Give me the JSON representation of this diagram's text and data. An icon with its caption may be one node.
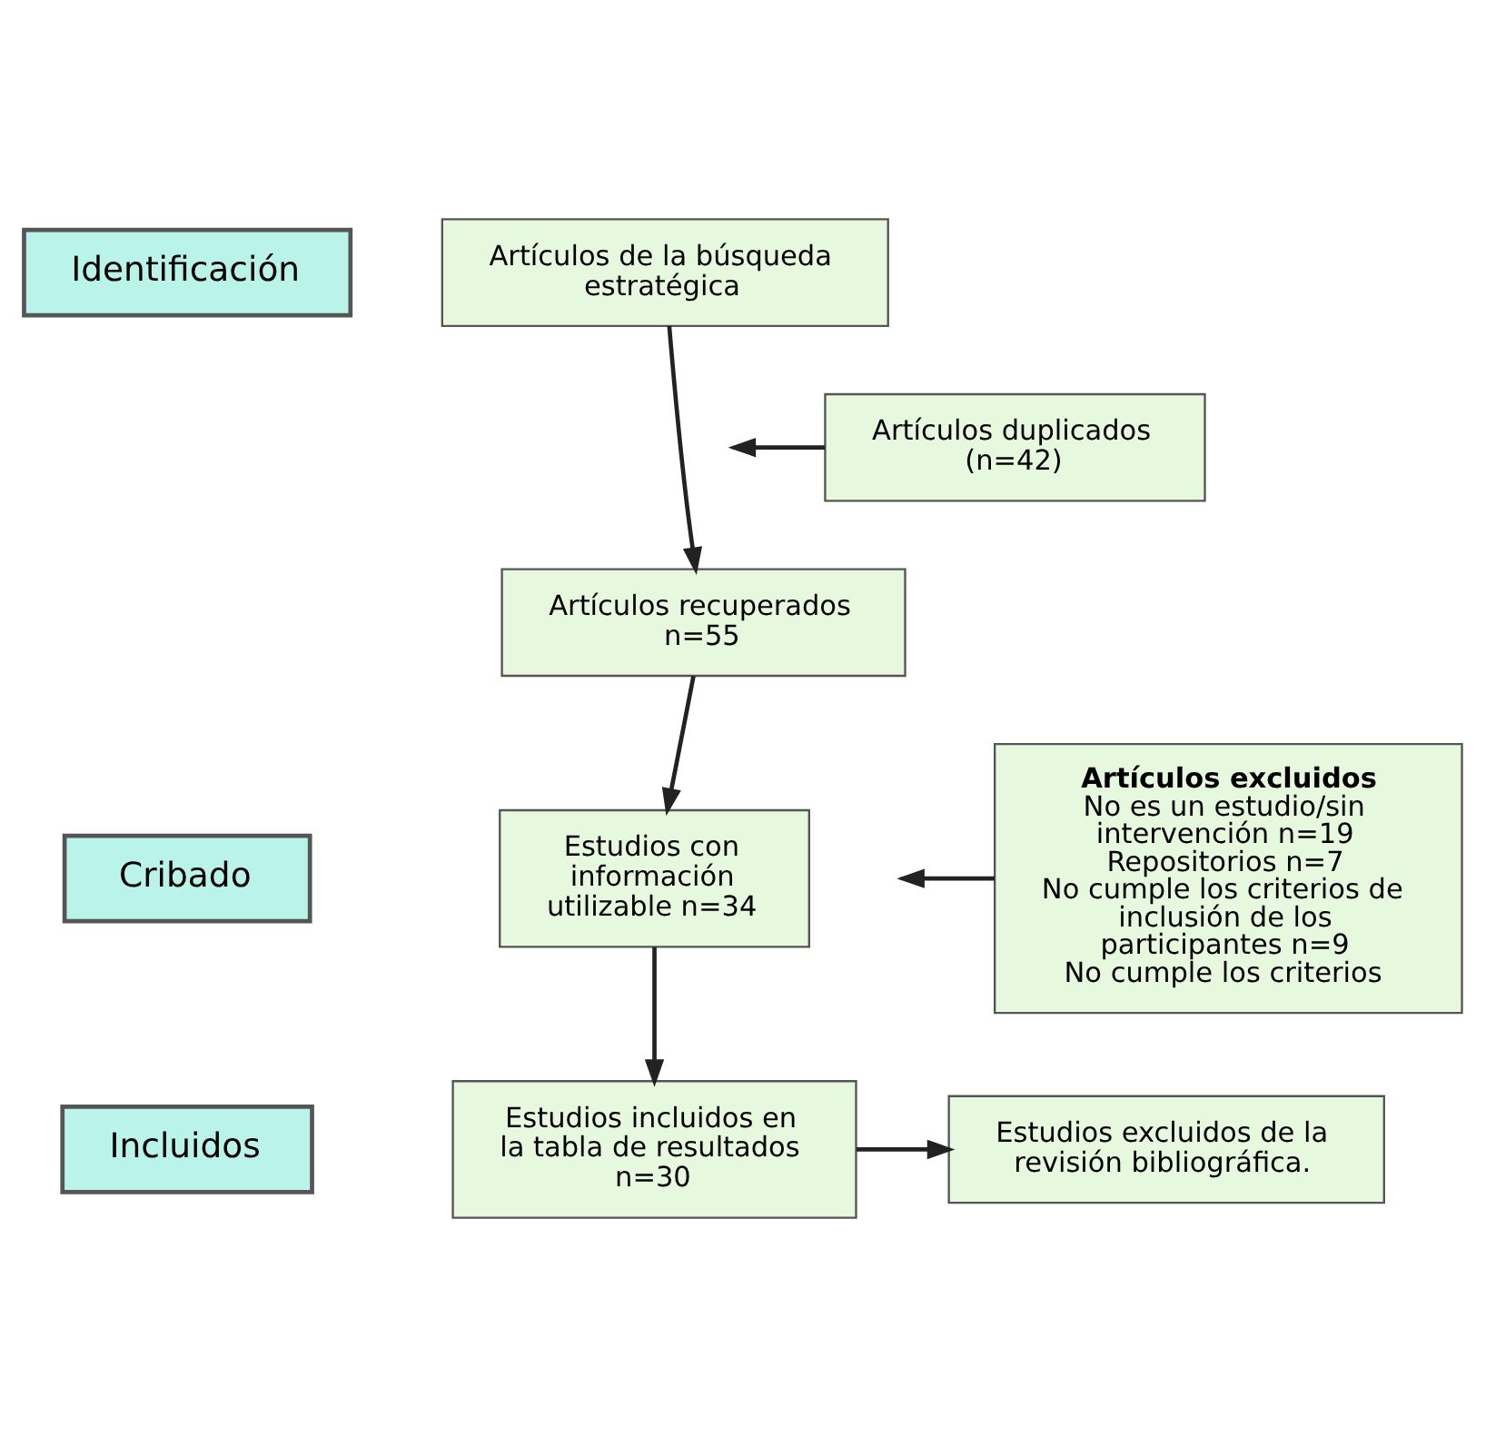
{
  "diagram": {
    "nodes": [
      {
        "text": [
          "Identificación"
        ]
      },
      {
        "text": [
          "Artículos de la búsqueda estratégica"
        ]
      },
      {
        "text": [
          "Artículos duplicados (n=42)"
        ]
      },
      {
        "text": [
          "Artículos recuperados n=55"
        ]
      },
      {
        "text": [
          "Cribado"
        ]
      },
      {
        "text": [
          "Artículos excluidos",
          "No es un estudio/sin intervención n=19",
          "Repositorios n=7",
          "No cumple los criterios de inclusión de los participantes n=9",
          "No cumple los criterios"
        ]
      },
      {
        "text": [
          "Estudios con información utilizable n=34"
        ]
      },
      {
        "text": [
          "Incluidos"
        ]
      },
      {
        "text": [
          "Estudios incluidos en la tabla de resultados n=30"
        ]
      },
      {
        "text": [
          "Estudios excluidos de la revisión bibliográfica."
        ]
      }
    ],
    "edges": [
      {
        "from": 1,
        "to": 3,
        "arrow": "to"
      },
      {
        "from": 2,
        "to": null,
        "arrow": "to"
      },
      {
        "from": 3,
        "to": 6,
        "arrow": "to"
      },
      {
        "from": 5,
        "to": null,
        "arrow": "to"
      },
      {
        "from": 6,
        "to": 8,
        "arrow": "to"
      },
      {
        "from": 8,
        "to": 9,
        "arrow": "to"
      }
    ]
  }
}
